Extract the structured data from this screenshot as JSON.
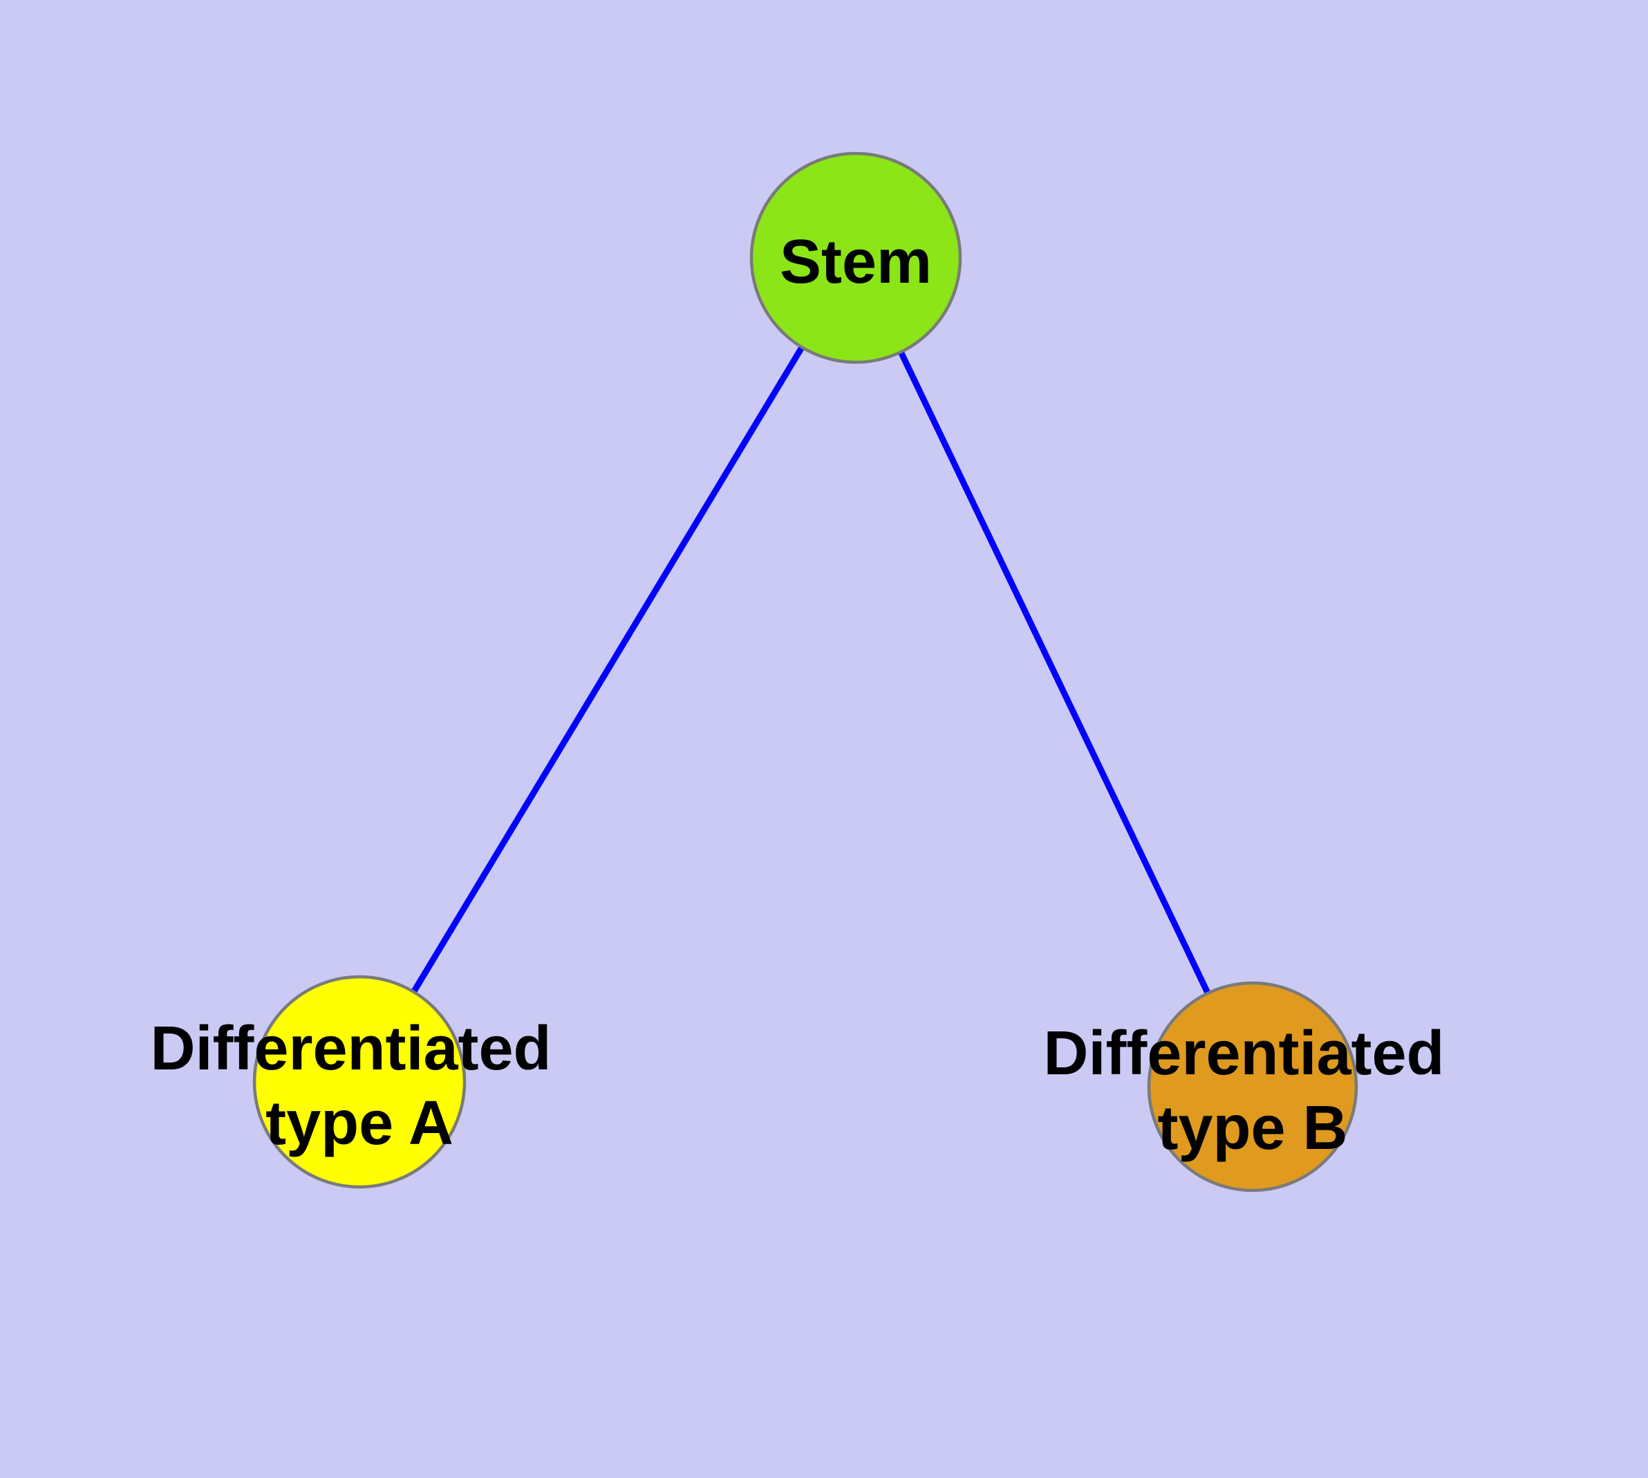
{
  "figure": {
    "type": "graph-diagram",
    "description": "Stem cell differentiation tree with one parent node and two child nodes",
    "background_color": "#CACAF4",
    "edge_color": "#0000FF",
    "node_border_color": "#7A7A7A",
    "label_color": "#000000",
    "nodes": {
      "stem": {
        "label": "Stem",
        "fill": "#8BE517"
      },
      "type_a": {
        "label_line1": "Differentiated",
        "label_line2": "type A",
        "fill": "#FFFF00"
      },
      "type_b": {
        "label_line1": "Differentiated",
        "label_line2": "type B",
        "fill": "#DF9A1F"
      }
    },
    "edges": [
      {
        "from": "Stem",
        "to": "Differentiated type A"
      },
      {
        "from": "Stem",
        "to": "Differentiated type B"
      }
    ]
  }
}
